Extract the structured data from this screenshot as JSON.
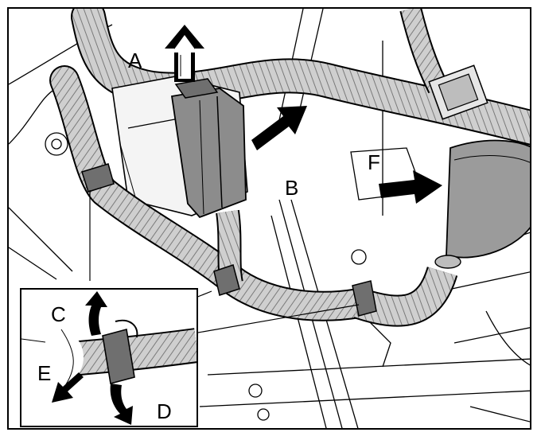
{
  "diagram": {
    "callouts": {
      "a": "A",
      "b": "B",
      "c": "C",
      "d": "D",
      "e": "E",
      "f": "F"
    },
    "colors": {
      "line": "#000000",
      "harness": "#c9c9c9",
      "connector": "#9b9b9b",
      "dark_part": "#8c8c8c",
      "background": "#ffffff"
    }
  }
}
